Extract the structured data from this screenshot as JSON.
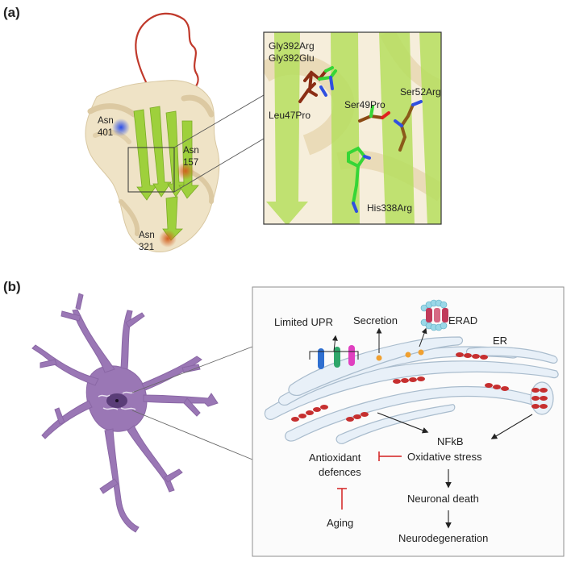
{
  "panel_a": {
    "label": "(a)",
    "glycosylation_sites": [
      {
        "name": "Asn 401",
        "line1": "Asn",
        "line2": "401",
        "color": "#2a4de8"
      },
      {
        "name": "Asn 157",
        "line1": "Asn",
        "line2": "157",
        "color": "#d2601e"
      },
      {
        "name": "Asn 321",
        "line1": "Asn",
        "line2": "321",
        "color": "#c8551a"
      }
    ],
    "mutations": [
      "Gly392Arg",
      "Gly392Glu",
      "Ser52Arg",
      "Ser49Pro",
      "Leu47Pro",
      "His338Arg"
    ]
  },
  "panel_b": {
    "label": "(b)",
    "pathway": {
      "limited_upr": "Limited UPR",
      "secretion": "Secretion",
      "erad": "ERAD",
      "er": "ER",
      "nfkb": "NFkB",
      "oxidative_stress": "Oxidative stress",
      "antioxidant_line1": "Antioxidant",
      "antioxidant_line2": "defences",
      "neuronal_death": "Neuronal death",
      "neurodegeneration": "Neurodegeneration",
      "aging": "Aging"
    }
  },
  "colors": {
    "beta_sheet": "#9ed03c",
    "helix": "#efe3c6",
    "loop": "#c0392b",
    "neuron": "#9a77b5",
    "er_fill": "#e8f0f8",
    "polymer": "#c62f2f",
    "inhibition": "#d32020"
  }
}
